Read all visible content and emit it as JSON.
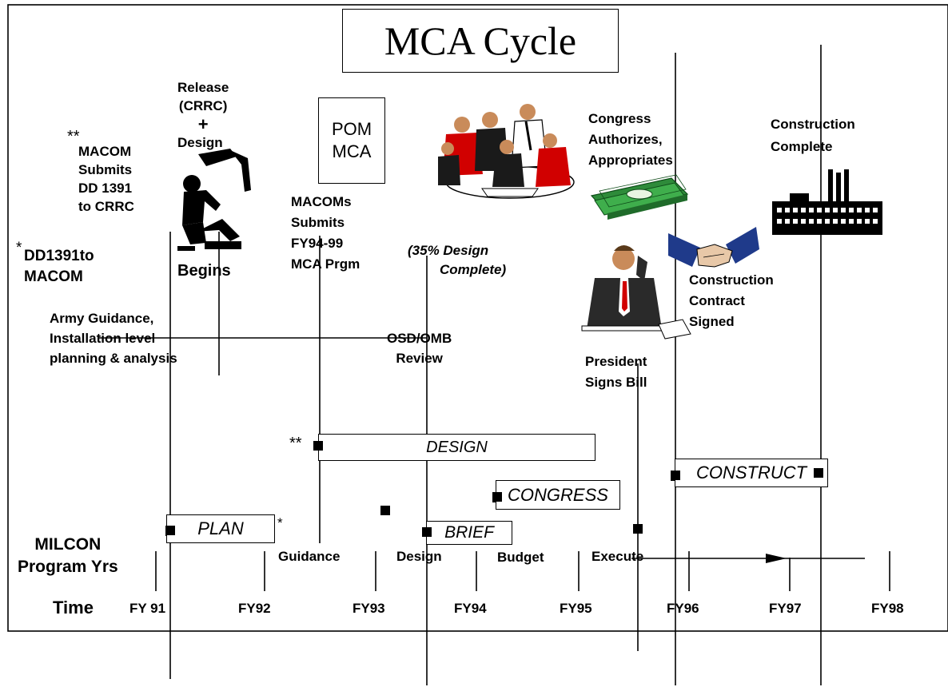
{
  "title": "MCA Cycle",
  "pom_box": {
    "line1": "POM",
    "line2": "MCA"
  },
  "milestones": {
    "macom_submits": {
      "marker": "**",
      "lines": [
        "MACOM",
        "Submits",
        "DD 1391",
        "to CRRC"
      ]
    },
    "dd1391": {
      "marker": "*",
      "lines": [
        "DD1391to",
        "MACOM"
      ]
    },
    "release_design": {
      "lines": [
        "Release",
        "(CRRC)",
        "+",
        "Design"
      ],
      "bottom": "Begins"
    },
    "macoms_submits": {
      "lines": [
        "MACOMs",
        "Submits",
        "FY94-99",
        "MCA Prgm"
      ]
    },
    "design_complete": {
      "lines": [
        "(35% Design",
        "Complete)"
      ]
    },
    "congress": {
      "lines": [
        "Congress",
        "Authorizes,",
        "Appropriates"
      ]
    },
    "construction_complete": {
      "lines": [
        "Construction",
        "Complete"
      ]
    },
    "construction_contract": {
      "lines": [
        "Construction",
        "Contract",
        "Signed"
      ]
    },
    "army_guidance": {
      "lines": [
        "Army Guidance,",
        "Installation level",
        "planning & analysis"
      ]
    },
    "osd_review": {
      "lines": [
        "OSD/OMB",
        "Review"
      ]
    },
    "president": {
      "lines": [
        "President",
        "Signs Bill"
      ]
    }
  },
  "phases": {
    "design": "DESIGN",
    "construct": "CONSTRUCT",
    "congress": "CONGRESS",
    "plan": "PLAN",
    "brief": "BRIEF",
    "design_marker": "**",
    "plan_marker": "*"
  },
  "stages": [
    "Guidance",
    "Design",
    "Budget",
    "Execute"
  ],
  "axis": {
    "row1_label": [
      "MILCON",
      "Program Yrs"
    ],
    "row2_label": "Time",
    "years": [
      "FY 91",
      "FY92",
      "FY93",
      "FY94",
      "FY95",
      "FY96",
      "FY97",
      "FY98"
    ]
  },
  "colors": {
    "line": "#000000",
    "money": "#2e8b3a",
    "handshake": "#1f3a8a",
    "red": "#d10000"
  },
  "icons": [
    "drafter-icon",
    "meeting-icon",
    "money-icon",
    "factory-icon",
    "handshake-icon",
    "president-icon"
  ]
}
